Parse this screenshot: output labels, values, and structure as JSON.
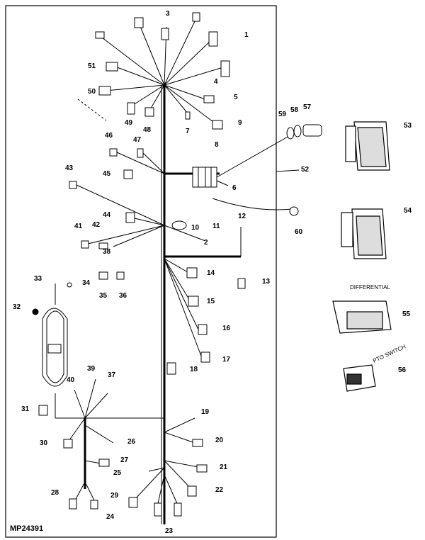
{
  "diagram_id": "MP24391",
  "callouts": [
    "1",
    "2",
    "3",
    "4",
    "5",
    "6",
    "7",
    "8",
    "9",
    "10",
    "11",
    "12",
    "13",
    "14",
    "15",
    "16",
    "17",
    "18",
    "19",
    "20",
    "21",
    "22",
    "23",
    "24",
    "25",
    "26",
    "27",
    "28",
    "29",
    "30",
    "31",
    "32",
    "33",
    "34",
    "35",
    "36",
    "37",
    "38",
    "39",
    "40",
    "41",
    "42",
    "43",
    "44",
    "45",
    "46",
    "47",
    "48",
    "49",
    "50",
    "51",
    "52",
    "53",
    "54",
    "55",
    "56",
    "57",
    "58",
    "59",
    "60"
  ],
  "annotations": {
    "switch_plate_text": "DIFFERENTIAL",
    "connector_text": "PTO SWITCH"
  }
}
